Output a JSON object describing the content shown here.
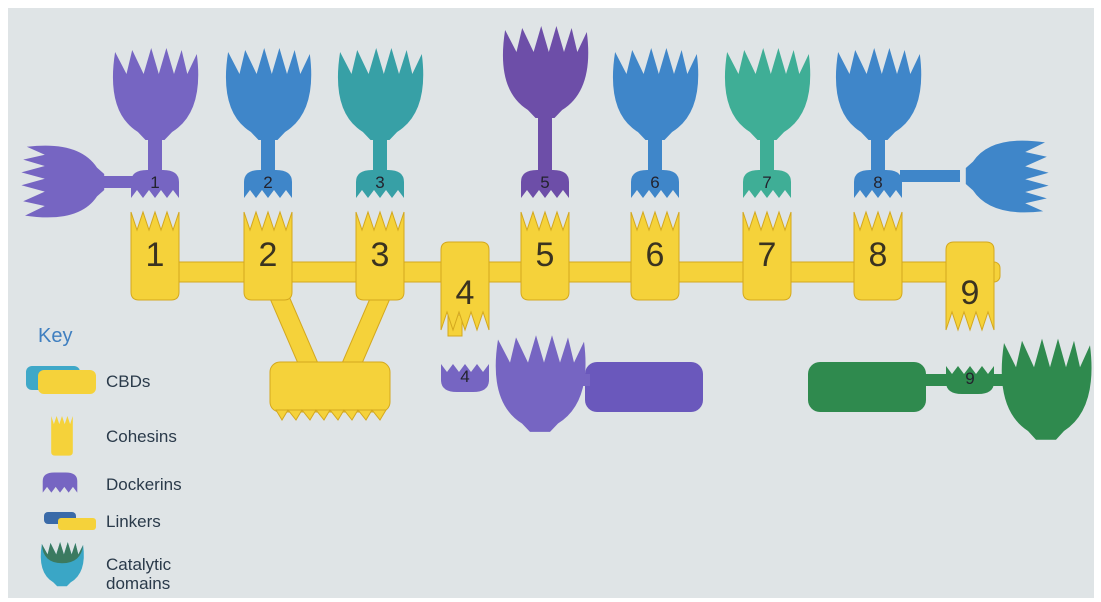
{
  "key": {
    "title": "Key",
    "items": [
      {
        "label": "CBDs",
        "icon": "cbd-icon"
      },
      {
        "label": "Cohesins",
        "icon": "cohesin-icon"
      },
      {
        "label": "Dockerins",
        "icon": "dockerin-icon"
      },
      {
        "label": "Linkers",
        "icon": "linker-icon"
      },
      {
        "label": "Catalytic",
        "label2": "domains",
        "icon": "catalytic-domain-icon"
      }
    ]
  },
  "cohesins": [
    {
      "label": "1"
    },
    {
      "label": "2"
    },
    {
      "label": "3"
    },
    {
      "label": "4"
    },
    {
      "label": "5"
    },
    {
      "label": "6"
    },
    {
      "label": "7"
    },
    {
      "label": "8"
    },
    {
      "label": "9"
    }
  ],
  "dockerins": [
    {
      "label": "1"
    },
    {
      "label": "2"
    },
    {
      "label": "3"
    },
    {
      "label": "4"
    },
    {
      "label": "5"
    },
    {
      "label": "6"
    },
    {
      "label": "7"
    },
    {
      "label": "8"
    },
    {
      "label": "9"
    }
  ],
  "colors": {
    "background": "#dfe4e6",
    "scaffold": "#f5d23a",
    "scaffold_edge": "#d4a81e",
    "key_title": "#3f7fc0",
    "purple": "#7665c2",
    "blue": "#3f86c9",
    "teal": "#37a0a6",
    "mint": "#3fae96",
    "violet": "#6d4ea8",
    "green": "#2f8a4e"
  }
}
